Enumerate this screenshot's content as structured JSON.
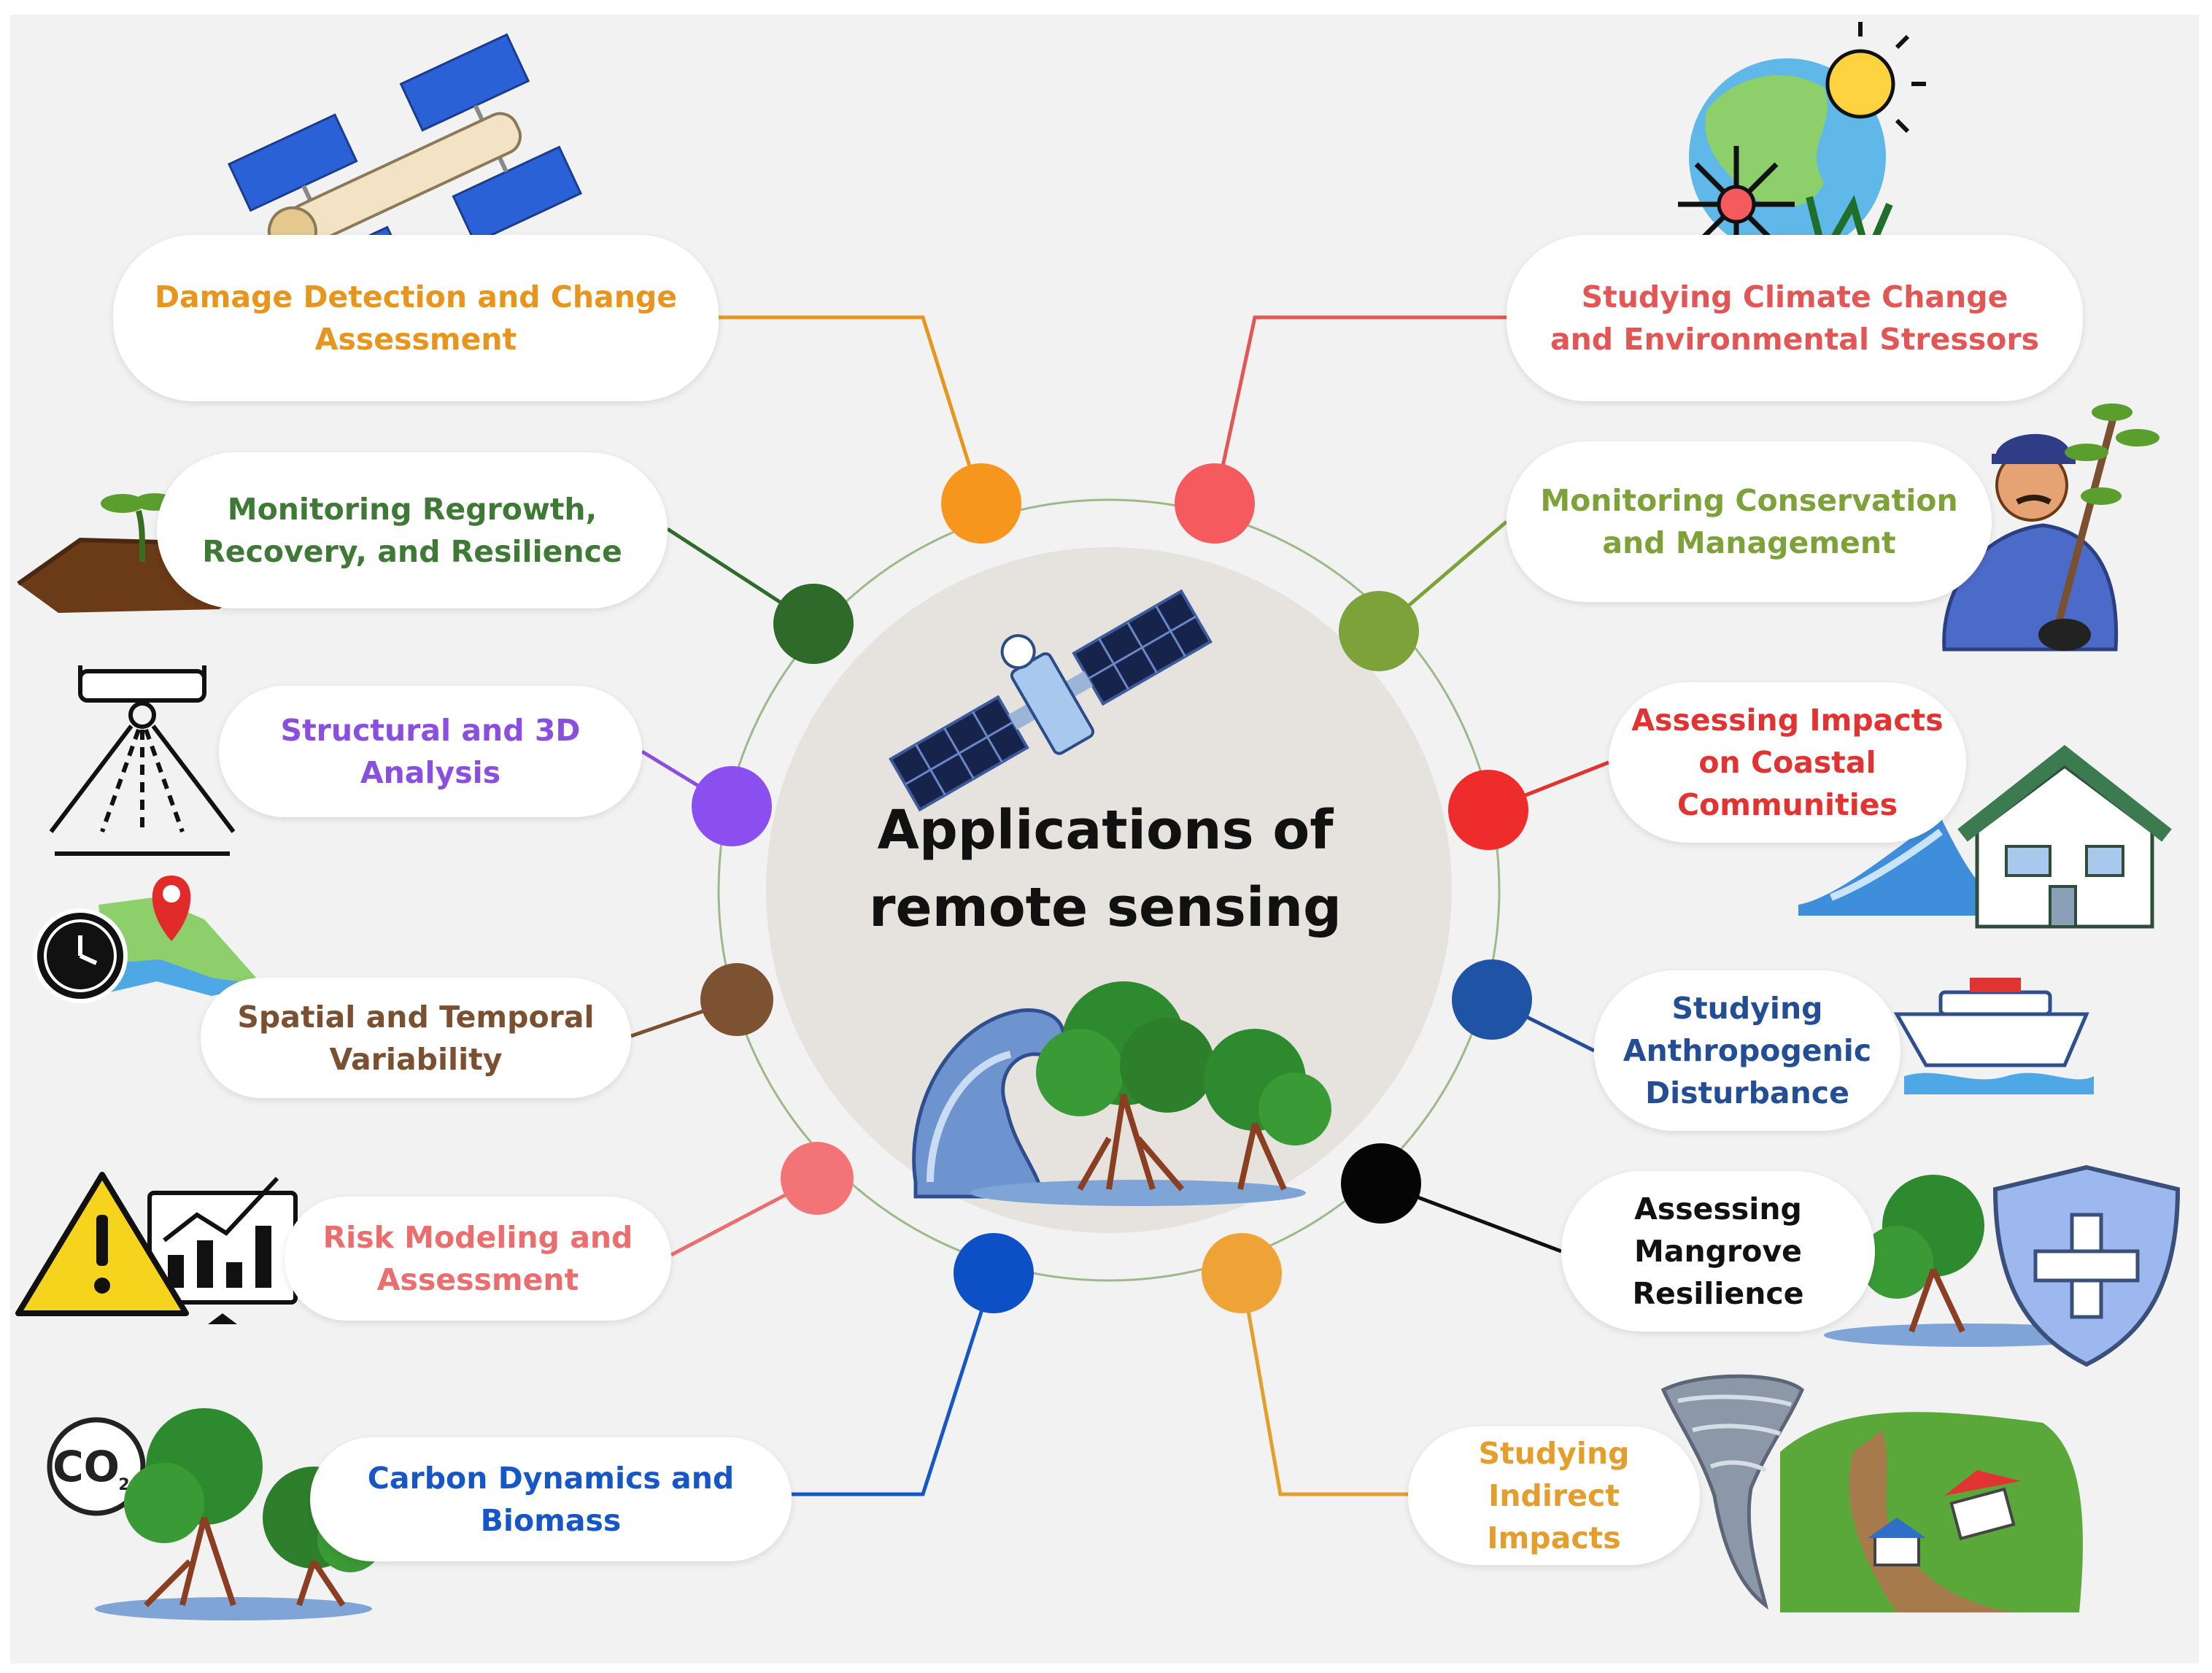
{
  "title": "Applications of remote sensing",
  "center": {
    "line1": "Applications of",
    "line2": "remote sensing"
  },
  "applications": [
    {
      "line1": "Damage Detection and Change",
      "line2": "Assessment",
      "color": "#E8951E"
    },
    {
      "line1": "Monitoring Regrowth,",
      "line2": "Recovery, and Resilience",
      "color": "#3E7A35"
    },
    {
      "line1": "Structural and 3D",
      "line2": "Analysis",
      "color": "#8B4FE0"
    },
    {
      "line1": "Spatial and Temporal",
      "line2": "Variability",
      "color": "#7A5030"
    },
    {
      "line1": "Risk Modeling and",
      "line2": "Assessment",
      "color": "#EA6E6E"
    },
    {
      "line1": "Carbon Dynamics and",
      "line2": "Biomass",
      "color": "#1557C7"
    },
    {
      "line1": "Studying Climate Change",
      "line2": "and Environmental Stressors",
      "color": "#E25656"
    },
    {
      "line1": "Monitoring Conservation",
      "line2": "and Management",
      "color": "#7DA23A"
    },
    {
      "line1": "Assessing Impacts",
      "line2": "on Coastal",
      "line3": "Communities",
      "color": "#E23333"
    },
    {
      "line1": "Studying",
      "line2": "Anthropogenic",
      "line3": "Disturbance",
      "color": "#234E96"
    },
    {
      "line1": "Assessing",
      "line2": "Mangrove",
      "line3": "Resilience",
      "color": "#111111"
    },
    {
      "line1": "Studying",
      "line2": "Indirect",
      "line3": "Impacts",
      "color": "#E39E2E"
    }
  ],
  "icons": {
    "co2_label": "CO",
    "co2_sub": "2"
  },
  "colors": {
    "background": "#F2F2F2",
    "center_disc": "#E6E3DE",
    "ring": "#9CB98A"
  }
}
